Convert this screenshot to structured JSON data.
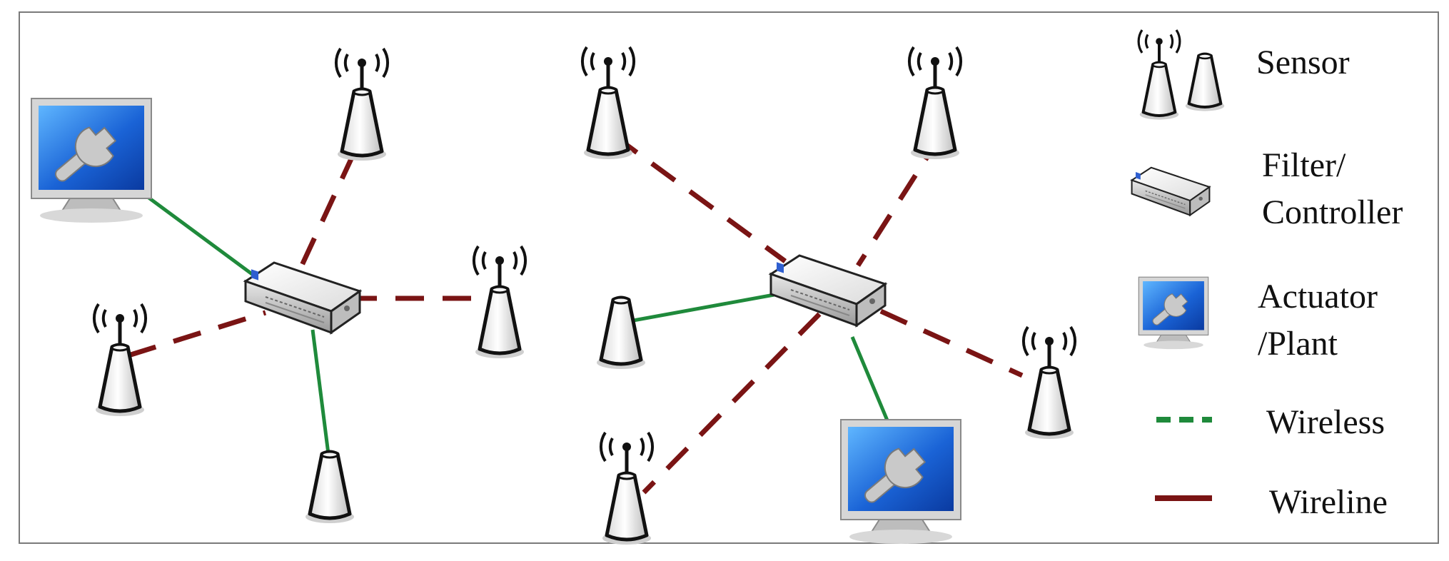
{
  "legend": {
    "sensor": "Sensor",
    "filter_line1": "Filter/",
    "filter_line2": "Controller",
    "actuator_line1": "Actuator",
    "actuator_line2": "/Plant",
    "wireless": "Wireless",
    "wireline": "Wireline"
  },
  "colors": {
    "wireless": "#1f8a3b",
    "wireline": "#7a1414",
    "frame": "#7a7a7a"
  },
  "nodes": [
    {
      "id": "actuator-left",
      "type": "actuator-icon"
    },
    {
      "id": "controller-left",
      "type": "controller-icon"
    },
    {
      "id": "sensor-left-top",
      "type": "sensor-icon-antenna"
    },
    {
      "id": "sensor-left-west",
      "type": "sensor-icon-antenna"
    },
    {
      "id": "sensor-left-east",
      "type": "sensor-icon-antenna"
    },
    {
      "id": "sensor-left-bottom",
      "type": "sensor-icon-plain"
    },
    {
      "id": "controller-right",
      "type": "controller-icon"
    },
    {
      "id": "sensor-right-topleft",
      "type": "sensor-icon-antenna"
    },
    {
      "id": "sensor-right-topright",
      "type": "sensor-icon-antenna"
    },
    {
      "id": "sensor-right-west",
      "type": "sensor-icon-plain"
    },
    {
      "id": "sensor-right-east",
      "type": "sensor-icon-antenna"
    },
    {
      "id": "sensor-right-bottom",
      "type": "sensor-icon-antenna"
    },
    {
      "id": "actuator-right",
      "type": "actuator-icon"
    }
  ],
  "links": [
    {
      "from": "controller-left",
      "to": "actuator-left",
      "kind": "wireless"
    },
    {
      "from": "controller-left",
      "to": "sensor-left-bottom",
      "kind": "wireless"
    },
    {
      "from": "controller-left",
      "to": "sensor-left-top",
      "kind": "wireline"
    },
    {
      "from": "controller-left",
      "to": "sensor-left-west",
      "kind": "wireline"
    },
    {
      "from": "controller-left",
      "to": "sensor-left-east",
      "kind": "wireline"
    },
    {
      "from": "controller-right",
      "to": "sensor-right-west",
      "kind": "wireless"
    },
    {
      "from": "controller-right",
      "to": "actuator-right",
      "kind": "wireless"
    },
    {
      "from": "controller-right",
      "to": "sensor-right-topleft",
      "kind": "wireline"
    },
    {
      "from": "controller-right",
      "to": "sensor-right-topright",
      "kind": "wireline"
    },
    {
      "from": "controller-right",
      "to": "sensor-right-east",
      "kind": "wireline"
    },
    {
      "from": "controller-right",
      "to": "sensor-right-bottom",
      "kind": "wireline"
    }
  ]
}
